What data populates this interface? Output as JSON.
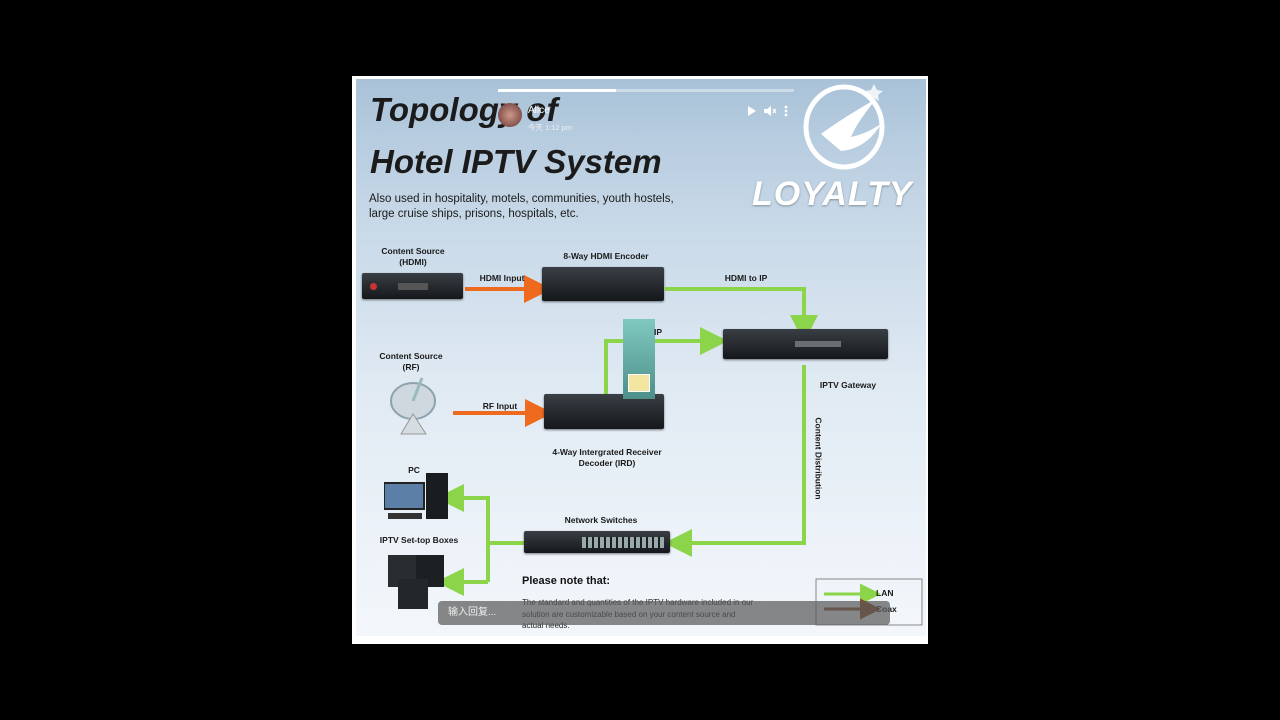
{
  "slide": {
    "title_line1": "Topology of",
    "title_line2": "Hotel IPTV System",
    "subtitle": "Also used in hospitality, motels, communities, youth hostels,\nlarge cruise ships, prisons, hospitals, etc.",
    "brand": "LOYALTY"
  },
  "story": {
    "user": "Alice",
    "time": "今天 1:12 pm",
    "progress": 0.4,
    "reply_placeholder": "输入回复..."
  },
  "diagram": {
    "content_source_hdmi": "Content Source\n(HDMI)",
    "encoder": "8-Way HDMI Encoder",
    "hdmi_input": "HDMI Input",
    "hdmi_to_ip": "HDMI to IP",
    "rf_to_ip": "IP",
    "content_source_rf": "Content Source\n(RF)",
    "rf_input": "RF Input",
    "ird": "4-Way Intergrated Receiver\nDecoder (IRD)",
    "gateway": "IPTV Gateway",
    "content_distribution": "Content Distribution",
    "pc": "PC",
    "stb": "IPTV Set-top Boxes",
    "network_switches": "Network Switches",
    "note_title": "Please note that:",
    "note_body": "The standard and quantities of the IPTV hardware included in our\nsolution are customizable based on your content source and\nactual needs.",
    "legend_lan": "LAN",
    "legend_coax": "Coax"
  },
  "colors": {
    "lan": "#8cd44a",
    "coax": "#ee6a1e",
    "background": "#000000"
  }
}
